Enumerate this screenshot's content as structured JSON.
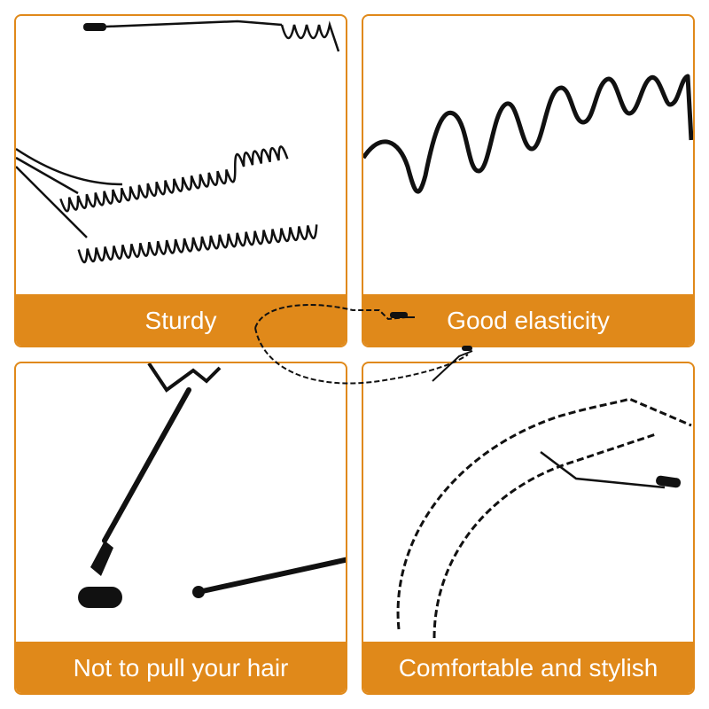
{
  "panels": {
    "top_left": {
      "label": "Sturdy"
    },
    "top_right": {
      "label": "Good elasticity"
    },
    "bottom_left": {
      "label": "Not to pull your hair"
    },
    "bottom_right": {
      "label": "Comfortable and stylish"
    }
  },
  "colors": {
    "accent": "#e0891a",
    "wire": "#111111",
    "background": "#ffffff"
  }
}
